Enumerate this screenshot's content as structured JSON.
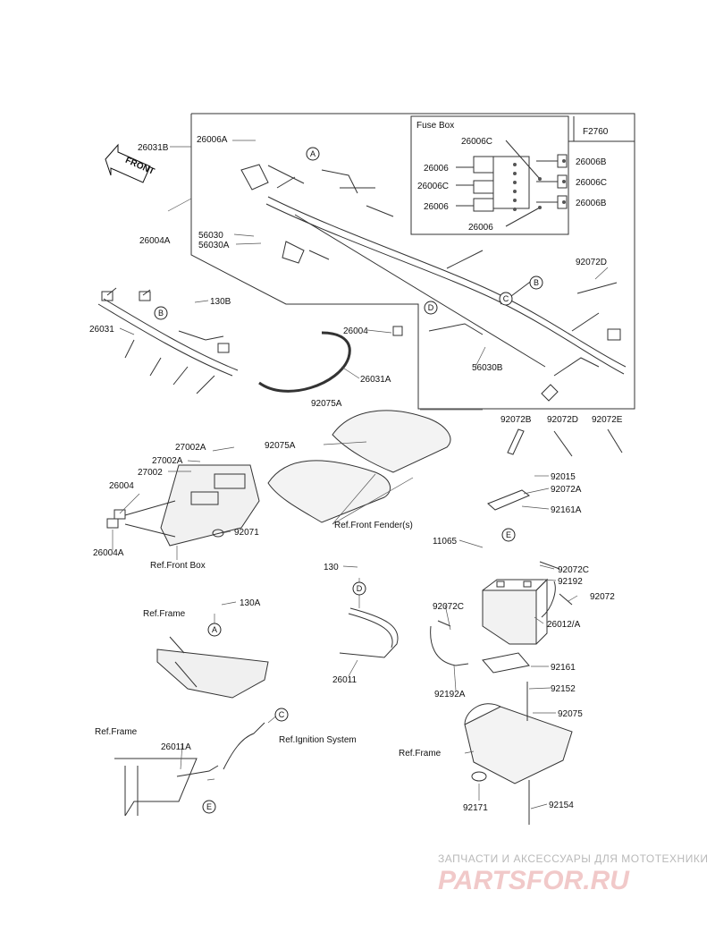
{
  "figure_code": "F2760",
  "fuse_box": {
    "title": "Fuse Box",
    "labels": [
      "26006C",
      "26006",
      "26006C",
      "26006",
      "26006",
      "26006B",
      "26006C",
      "26006B"
    ]
  },
  "front_label": "FRONT",
  "callouts": [
    "A",
    "B",
    "C",
    "D",
    "E"
  ],
  "parts": [
    "26031B",
    "26006A",
    "26004A",
    "56030",
    "56030A",
    "130B",
    "26031",
    "26004",
    "26031A",
    "56030B",
    "92072D",
    "92075A",
    "92075A",
    "27002A",
    "27002A",
    "27002",
    "26004",
    "26004A",
    "92071",
    "92072B",
    "92072D",
    "92072E",
    "92015",
    "92072A",
    "92161A",
    "11065",
    "130",
    "92072C",
    "92192",
    "92072",
    "92072C",
    "26012/A",
    "130A",
    "26011",
    "92192A",
    "92161",
    "92152",
    "92075",
    "26011A",
    "92171",
    "92154"
  ],
  "refs": [
    "Ref.Front Fender(s)",
    "Ref.Front Box",
    "Ref.Frame",
    "Ref.Frame",
    "Ref.Ignition System",
    "Ref.Frame"
  ],
  "watermark": {
    "line1": "ЗАПЧАСТИ И АКСЕССУАРЫ ДЛЯ МОТОТЕХНИКИ",
    "line2": "PARTSFOR.RU",
    "color": "#e8a0a0"
  }
}
